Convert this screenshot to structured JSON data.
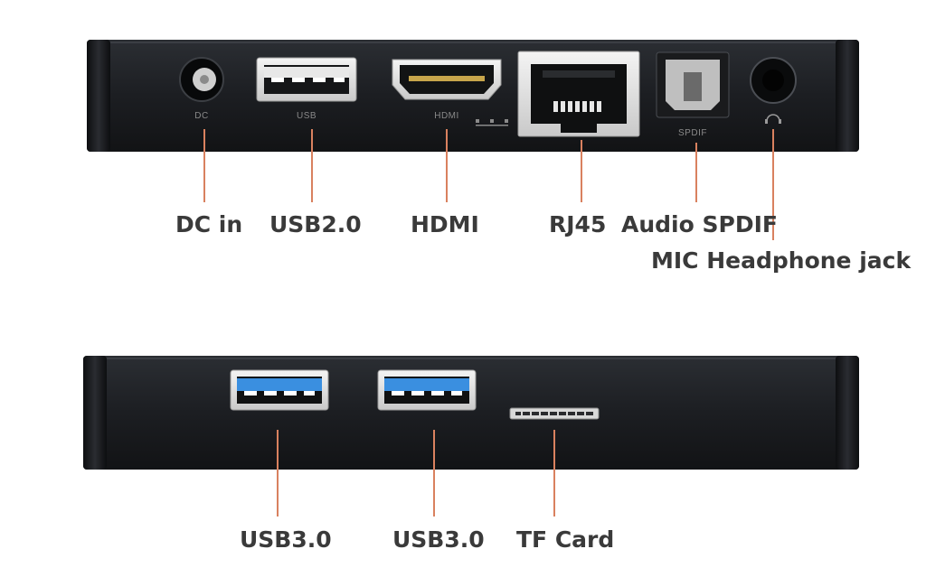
{
  "colors": {
    "device_body": "#1d1f22",
    "callout_line": "#d9815f",
    "label_text": "#3a3a3a",
    "usb3_blue": "#3a8fe0"
  },
  "rear_panel": {
    "port_prints": {
      "dc": "DC",
      "usb": "USB",
      "hdmi": "HDMI",
      "spdif": "SPDIF"
    },
    "callouts": {
      "dc_in": "DC in",
      "usb2": "USB2.0",
      "hdmi": "HDMI",
      "rj45": "RJ45",
      "audio_spdif": "Audio SPDIF",
      "mic_headphone": "MIC Headphone jack"
    }
  },
  "side_panel": {
    "callouts": {
      "usb3_a": "USB3.0",
      "usb3_b": "USB3.0",
      "tf_card": "TF Card"
    }
  }
}
